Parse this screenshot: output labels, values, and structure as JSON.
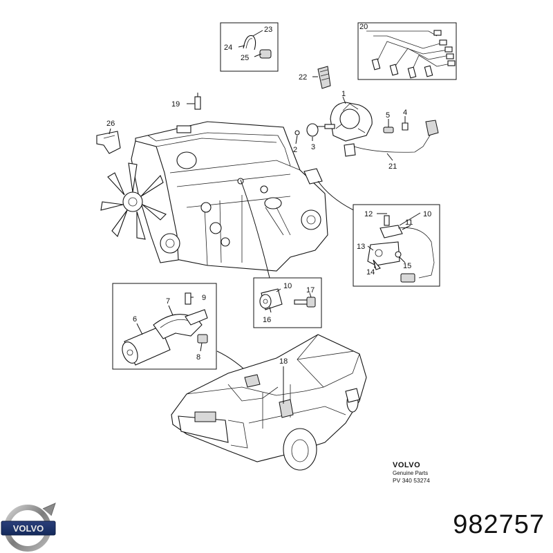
{
  "diagram": {
    "callouts": [
      "1",
      "2",
      "3",
      "4",
      "5",
      "6",
      "7",
      "8",
      "9",
      "10",
      "10",
      "11",
      "12",
      "13",
      "14",
      "15",
      "16",
      "17",
      "18",
      "19",
      "20",
      "21",
      "22",
      "23",
      "24",
      "25",
      "26"
    ],
    "brand": {
      "name": "VOLVO",
      "subtitle": "Genuine Parts",
      "code": "PV 340 53274"
    },
    "logo_text": "VOLVO",
    "part_number": "982757"
  }
}
